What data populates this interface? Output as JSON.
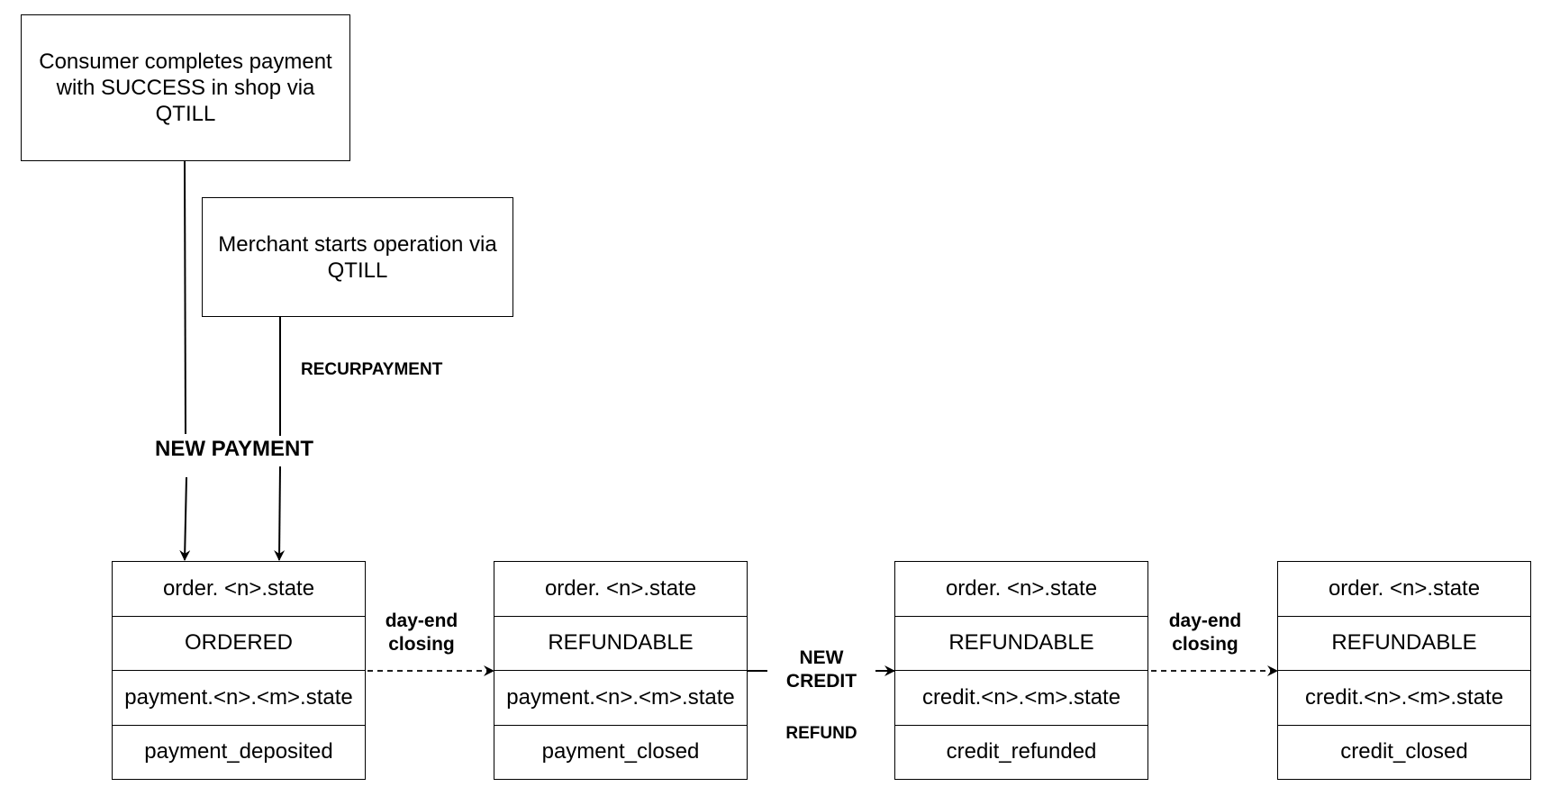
{
  "sources": {
    "consumer": "Consumer completes payment with SUCCESS in shop via QTILL",
    "merchant": "Merchant starts operation via QTILL"
  },
  "edges": {
    "new_payment": "NEW PAYMENT",
    "recurpayment": "RECURPAYMENT",
    "day_end_1_line1": "day-end",
    "day_end_1_line2": "closing",
    "new_credit_line1": "NEW",
    "new_credit_line2": "CREDIT",
    "refund": "REFUND",
    "day_end_2_line1": "day-end",
    "day_end_2_line2": "closing"
  },
  "states": [
    {
      "rows": [
        "order. <n>.state",
        "ORDERED",
        "payment.<n>.<m>.state",
        "payment_deposited"
      ]
    },
    {
      "rows": [
        "order. <n>.state",
        "REFUNDABLE",
        "payment.<n>.<m>.state",
        "payment_closed"
      ]
    },
    {
      "rows": [
        "order. <n>.state",
        "REFUNDABLE",
        "credit.<n>.<m>.state",
        "credit_refunded"
      ]
    },
    {
      "rows": [
        "order. <n>.state",
        "REFUNDABLE",
        "credit.<n>.<m>.state",
        "credit_closed"
      ]
    }
  ]
}
